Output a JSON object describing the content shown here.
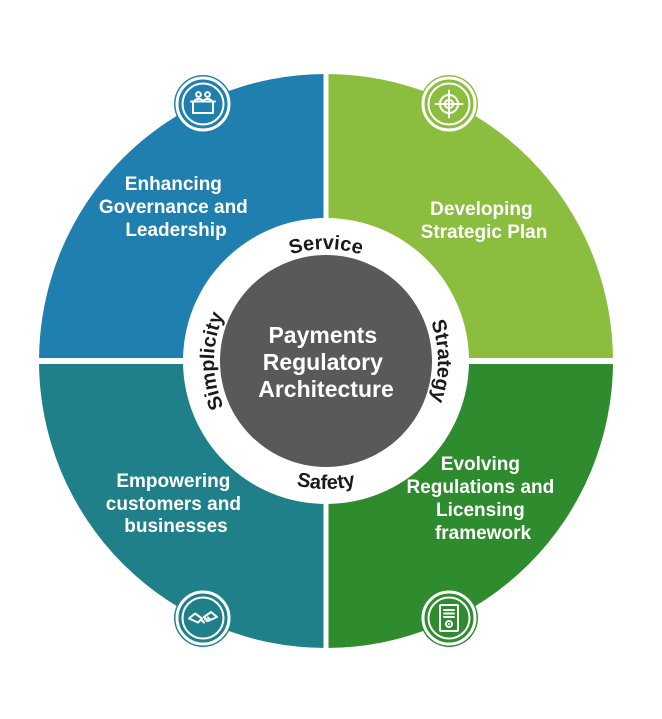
{
  "diagram_title": "Payments Regulatory Architecture",
  "center": {
    "lines": [
      "Payments",
      "Regulatory",
      "Architecture"
    ]
  },
  "ring_labels": {
    "top": "Service",
    "right": "Strategy",
    "bottom": "Safety",
    "left": "Simplicity"
  },
  "quadrants": {
    "top_left": {
      "label_lines": [
        "Enhancing",
        "Governance and",
        "Leadership"
      ],
      "icon": "podium-panel-icon"
    },
    "top_right": {
      "label_lines": [
        "Developing",
        "Strategic Plan"
      ],
      "icon": "target-icon"
    },
    "bottom_left": {
      "label_lines": [
        "Empowering",
        "customers and",
        "businesses"
      ],
      "icon": "handshake-icon"
    },
    "bottom_right": {
      "label_lines": [
        "Evolving",
        "Regulations and",
        "Licensing",
        "framework"
      ],
      "icon": "document-icon"
    }
  },
  "colors": {
    "top_left": "#1F7FAE",
    "top_right": "#8BBE3E",
    "bottom_left": "#20808A",
    "bottom_right": "#2E8B2E",
    "center_circle": "#58595B",
    "ring_label": "#1A1A1A",
    "label_text": "#FFFFFF"
  }
}
